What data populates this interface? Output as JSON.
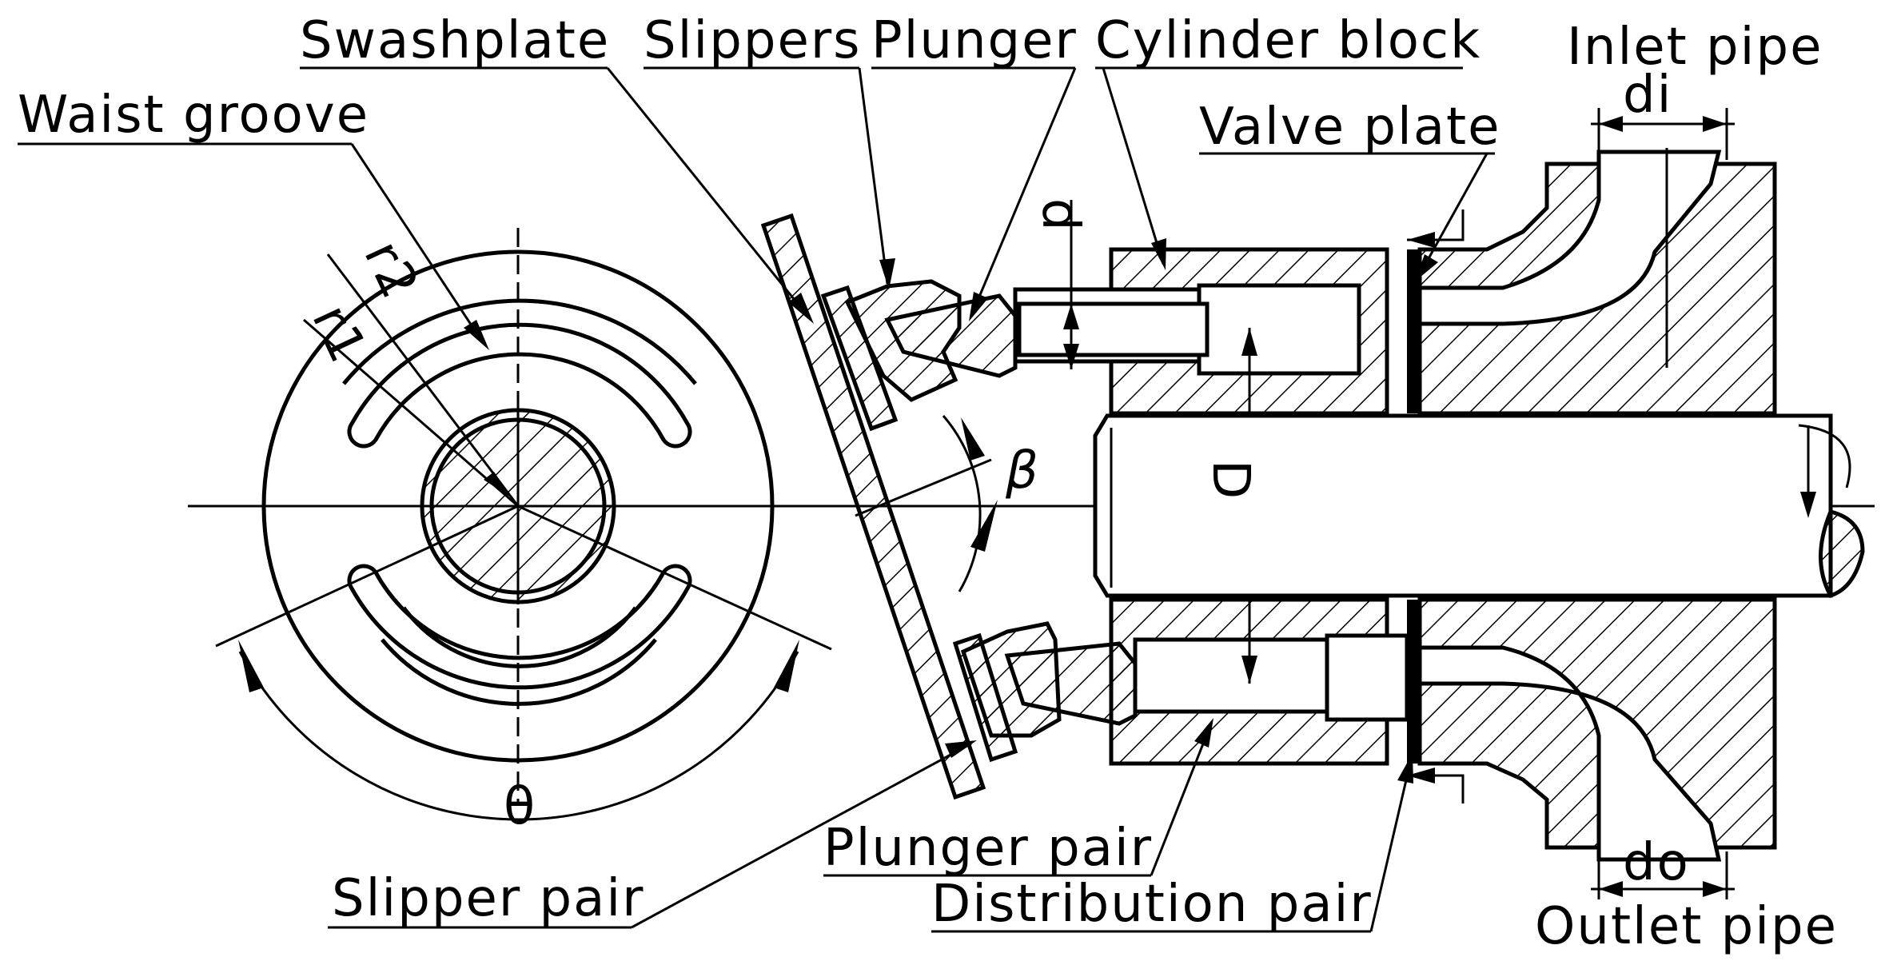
{
  "labels": {
    "waist_groove": "Waist groove",
    "swashplate": "Swashplate",
    "slippers": "Slippers",
    "plunger": "Plunger",
    "cylinder_block": "Cylinder block",
    "inlet_pipe": "Inlet pipe",
    "valve_plate": "Valve plate",
    "slipper_pair": "Slipper pair",
    "plunger_pair": "Plunger pair",
    "distribution_pair": "Distribution pair",
    "outlet_pipe": "Outlet pipe"
  },
  "dimensions": {
    "r2": "r2",
    "r1": "r1",
    "theta": "θ",
    "beta": "β",
    "d": "d",
    "D": "D",
    "di": "di",
    "do": "do"
  },
  "colors": {
    "line": "#000000",
    "background": "#ffffff"
  }
}
